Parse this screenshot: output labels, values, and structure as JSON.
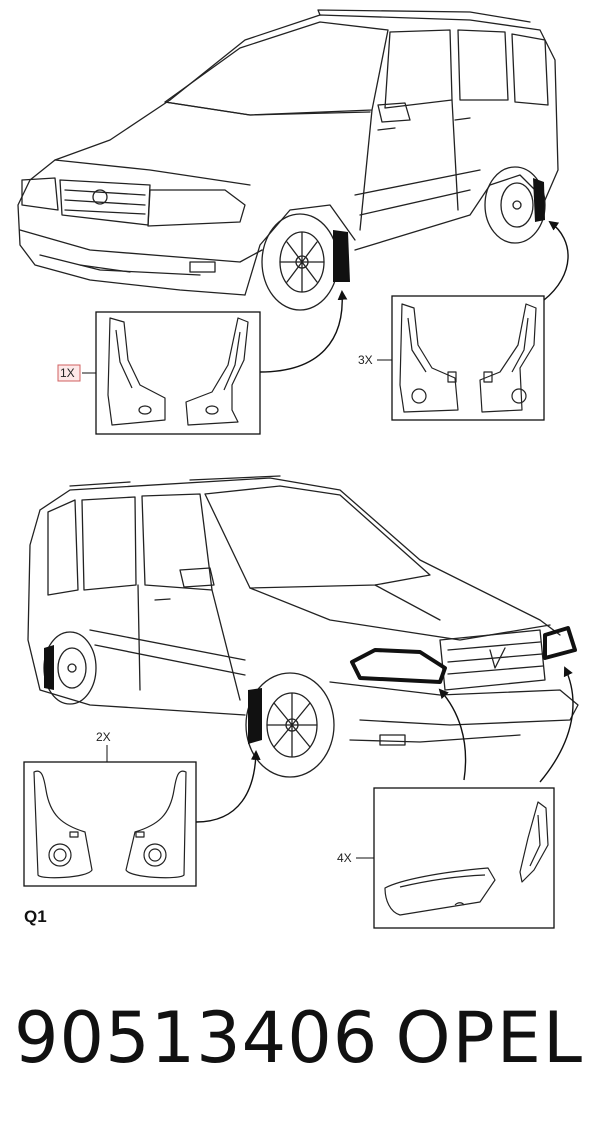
{
  "callouts": {
    "front_flaps_qty": "1X",
    "rear_flaps_qty": "3X",
    "universal_flaps_qty": "2X",
    "lamp_covers_qty": "4X"
  },
  "section_label": "Q1",
  "footer": {
    "part_number": "90513406",
    "brand": "OPEL"
  }
}
